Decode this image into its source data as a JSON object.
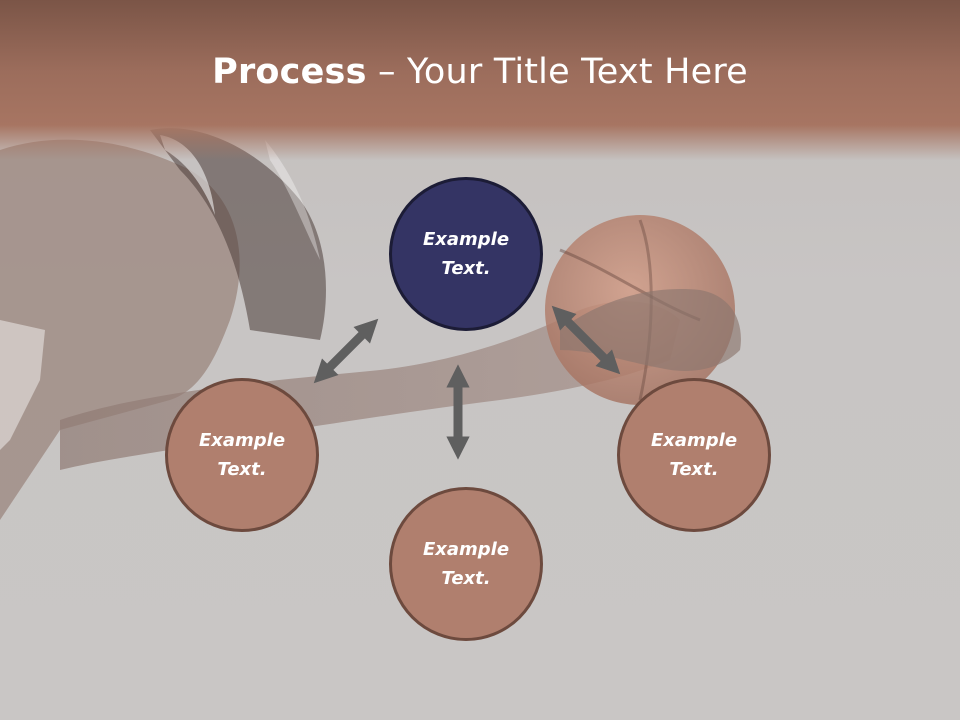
{
  "slide": {
    "title_bold": "Process",
    "title_rest": " – Your Title Text Here"
  },
  "colors": {
    "title_band": "#a77562",
    "center_node": "#343464",
    "outer_node": "#b07f6e",
    "arrow": "#5f5f5f"
  },
  "nodes": [
    {
      "id": "center",
      "line1": "Example",
      "line2": "Text."
    },
    {
      "id": "left",
      "line1": "Example",
      "line2": "Text."
    },
    {
      "id": "bottom",
      "line1": "Example",
      "line2": "Text."
    },
    {
      "id": "right",
      "line1": "Example",
      "line2": "Text."
    }
  ],
  "background_image": "basketball-player-photo"
}
